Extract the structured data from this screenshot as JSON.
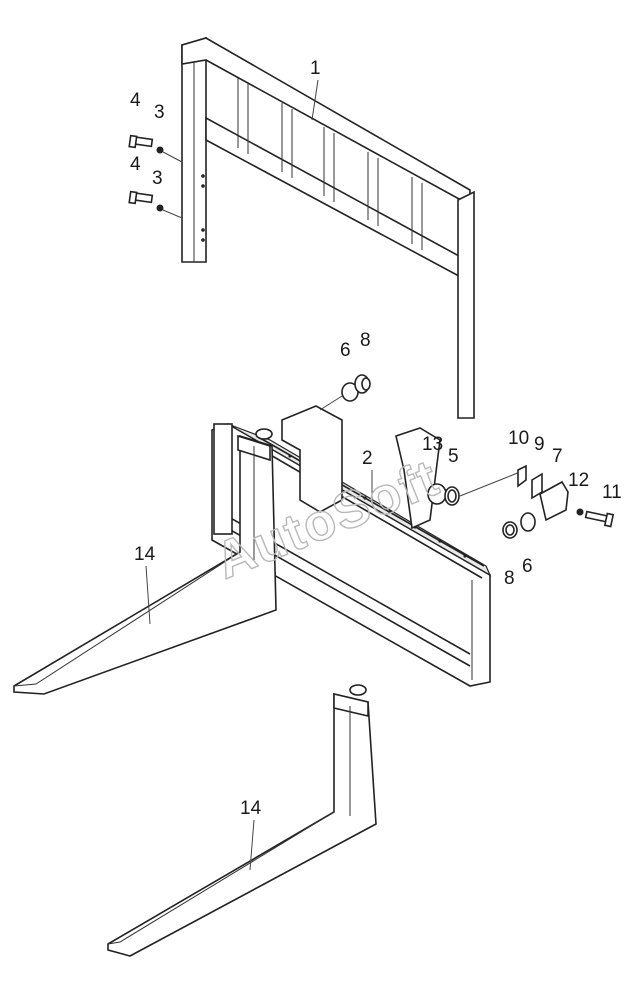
{
  "diagram": {
    "callouts": [
      {
        "id": "c1",
        "label": "1"
      },
      {
        "id": "c4a",
        "label": "4"
      },
      {
        "id": "c3a",
        "label": "3"
      },
      {
        "id": "c4b",
        "label": "4"
      },
      {
        "id": "c3b",
        "label": "3"
      },
      {
        "id": "c6a",
        "label": "6"
      },
      {
        "id": "c8a",
        "label": "8"
      },
      {
        "id": "c10",
        "label": "10"
      },
      {
        "id": "c9",
        "label": "9"
      },
      {
        "id": "c7",
        "label": "7"
      },
      {
        "id": "c13",
        "label": "13"
      },
      {
        "id": "c5",
        "label": "5"
      },
      {
        "id": "c2",
        "label": "2"
      },
      {
        "id": "c12",
        "label": "12"
      },
      {
        "id": "c11",
        "label": "11"
      },
      {
        "id": "c8b",
        "label": "8"
      },
      {
        "id": "c6b",
        "label": "6"
      },
      {
        "id": "c14a",
        "label": "14"
      },
      {
        "id": "c14b",
        "label": "14"
      }
    ],
    "watermark": "AutoSoft"
  }
}
